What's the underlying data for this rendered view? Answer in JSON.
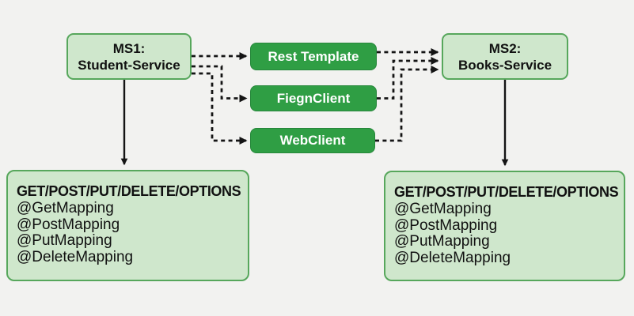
{
  "diagram": {
    "colors": {
      "background": "#f2f2f0",
      "service_fill": "#cfe7cc",
      "service_border": "#57a75c",
      "client_fill": "#2f9e44",
      "line": "#141414",
      "text": "#111111",
      "client_text": "#ffffff"
    },
    "ms1": {
      "line1": "MS1:",
      "line2": "Student-Service"
    },
    "ms2": {
      "line1": "MS2:",
      "line2": "Books-Service"
    },
    "clients": [
      {
        "label": "Rest Template"
      },
      {
        "label": "FiegnClient"
      },
      {
        "label": "WebClient"
      }
    ],
    "endpoints_left": {
      "title": "GET/POST/PUT/DELETE/OPTIONS",
      "items": [
        "@GetMapping",
        "@PostMapping",
        "@PutMapping",
        "@DeleteMapping"
      ]
    },
    "endpoints_right": {
      "title": "GET/POST/PUT/DELETE/OPTIONS",
      "items": [
        "@GetMapping",
        "@PostMapping",
        "@PutMapping",
        "@DeleteMapping"
      ]
    }
  }
}
